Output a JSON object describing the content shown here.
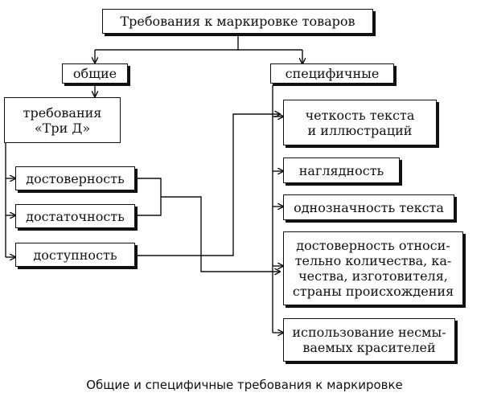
{
  "title": "Требования к маркировке товаров",
  "general": {
    "label": "общие",
    "three_d": "требования\n«Три Д»",
    "items": [
      "достоверность",
      "достаточность",
      "доступность"
    ]
  },
  "specific": {
    "label": "специфичные",
    "items": [
      "четкость текста\nи иллюстраций",
      "наглядность",
      "однозначность текста",
      "достоверность относи-\nтельно количества, ка-\nчества, изготовителя,\nстраны происхождения",
      "использование несмы-\nваемых красителей"
    ]
  },
  "caption": "Общие и специфичные требования к маркировке"
}
